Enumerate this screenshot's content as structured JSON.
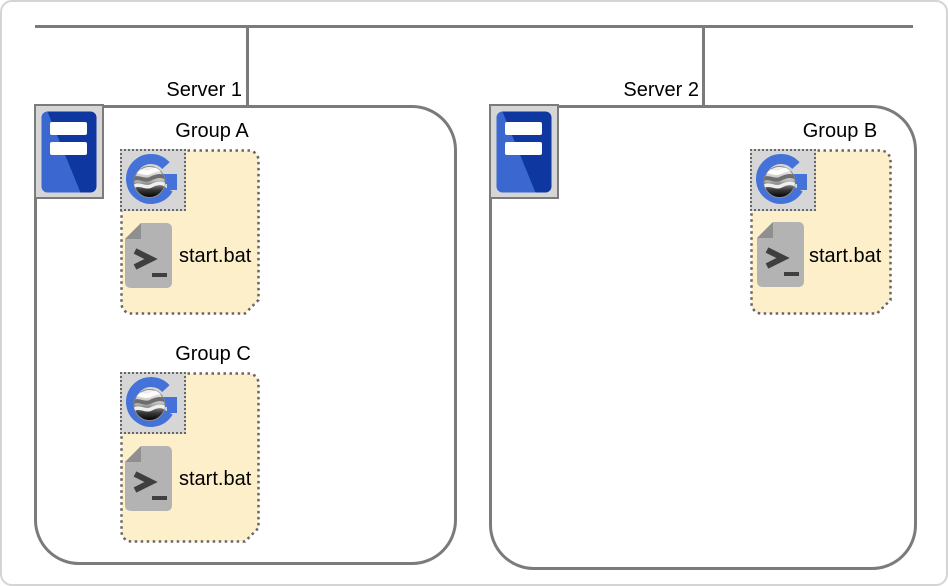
{
  "servers": [
    {
      "label": "Server 1",
      "groups": [
        {
          "label": "Group A",
          "file": "start.bat"
        },
        {
          "label": "Group C",
          "file": "start.bat"
        }
      ]
    },
    {
      "label": "Server 2",
      "groups": [
        {
          "label": "Group B",
          "file": "start.bat"
        }
      ]
    }
  ],
  "icons": {
    "server": "server-tower-icon",
    "geoserver": "geoserver-logo-icon",
    "batch_file": "terminal-batch-file-icon"
  },
  "colors": {
    "connector_line": "#7b7b7b",
    "box_border": "#7b7b7b",
    "group_fill": "#fcefc9",
    "group_border": "#666666",
    "plate_fill": "#d6d6d6",
    "server_blue_light": "#3a68d0",
    "server_blue_dark": "#0f37a0",
    "geoserver_blue": "#4472d8",
    "file_gray": "#b3b3b3",
    "file_fold_gray": "#8f8f8f"
  }
}
